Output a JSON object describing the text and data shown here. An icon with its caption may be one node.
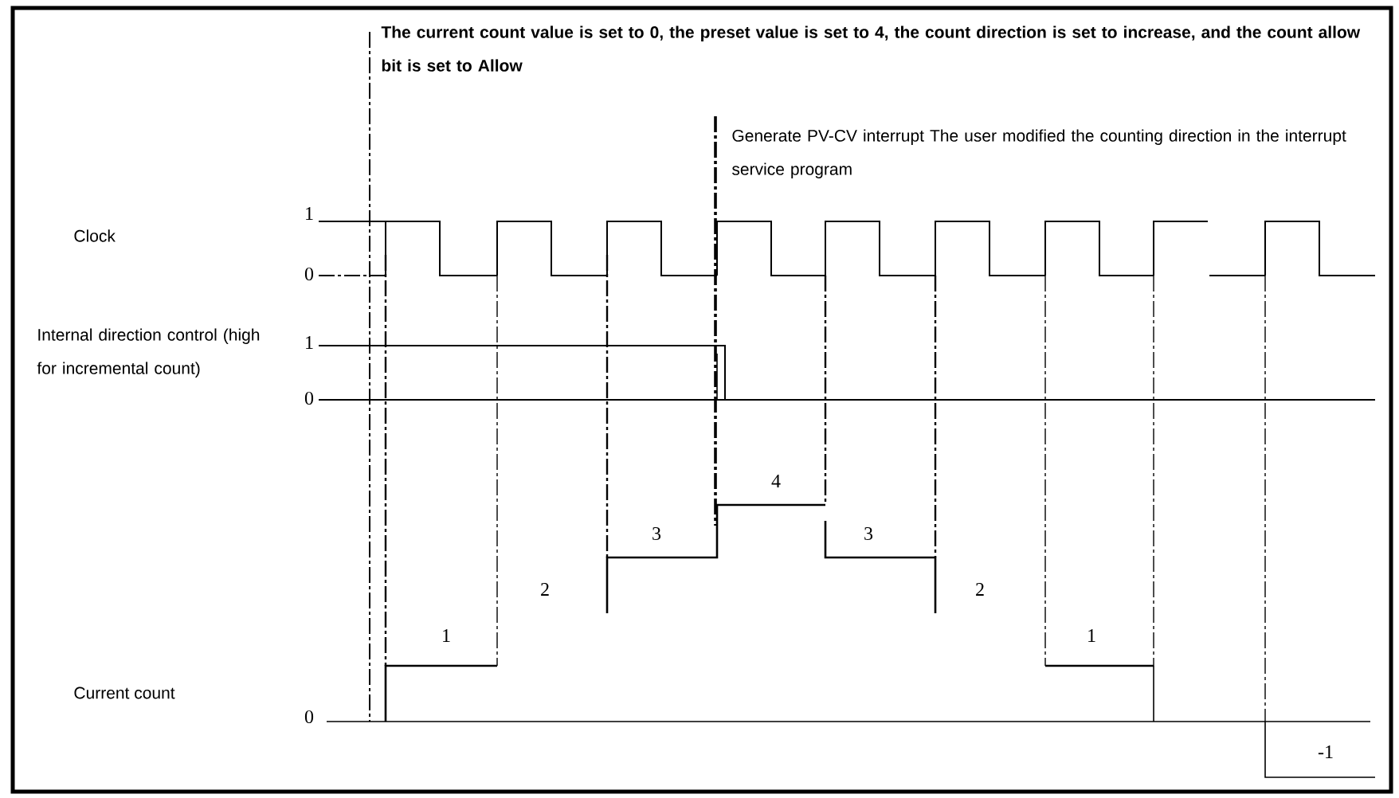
{
  "diagram": {
    "labels": [
      "The current count value is set to 0, the preset value is set to 4, the count direction is set to increase, and the count allow bit is set to Allow",
      "Generate PV-CV interrupt The user modified the counting direction in the interrupt service program",
      "Clock",
      "1",
      "0",
      "Internal direction control (high for incremental count)",
      "1",
      "0",
      "4",
      "3",
      "3",
      "2",
      "2",
      "1",
      "1",
      "Current count",
      "0",
      "-1"
    ]
  }
}
